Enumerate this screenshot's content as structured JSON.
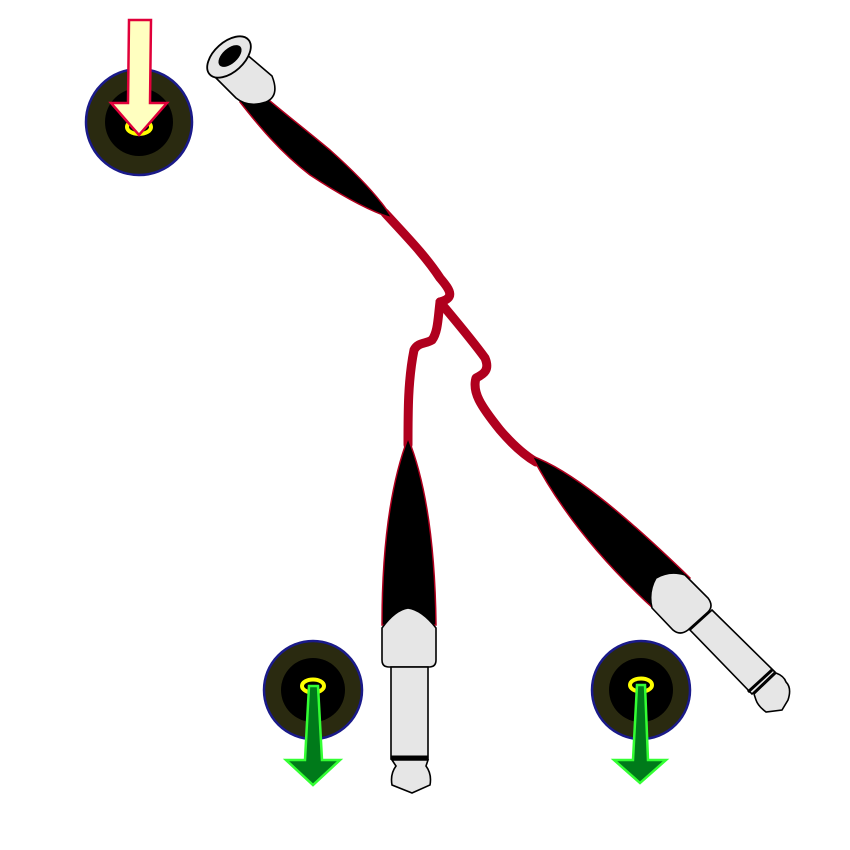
{
  "diagram": {
    "description_free": true,
    "colors": {
      "background": "#ffffff",
      "cable": "#b0001e",
      "plug_body": "#000000",
      "plug_metal": "#e6e6e6",
      "jack_ring": "#2a2a10",
      "jack_border": "#1a1a8a",
      "jack_contact": "#ffff00",
      "input_arrow_fill": "#ffffc0",
      "input_arrow_stroke": "#e0003a",
      "output_arrow_fill": "#007a1a",
      "output_arrow_stroke": "#33ff33"
    },
    "components": {
      "input_jack": "input-jack",
      "output_jacks": [
        "output-jack-left",
        "output-jack-right"
      ],
      "female_plug": "female-jack-plug",
      "male_plugs": [
        "male-plug-straight",
        "male-plug-angled"
      ],
      "splitter_cable": "y-splitter-cable"
    },
    "icons": {
      "input_arrow": "arrow-down-icon",
      "output_arrow": "arrow-down-icon"
    }
  }
}
